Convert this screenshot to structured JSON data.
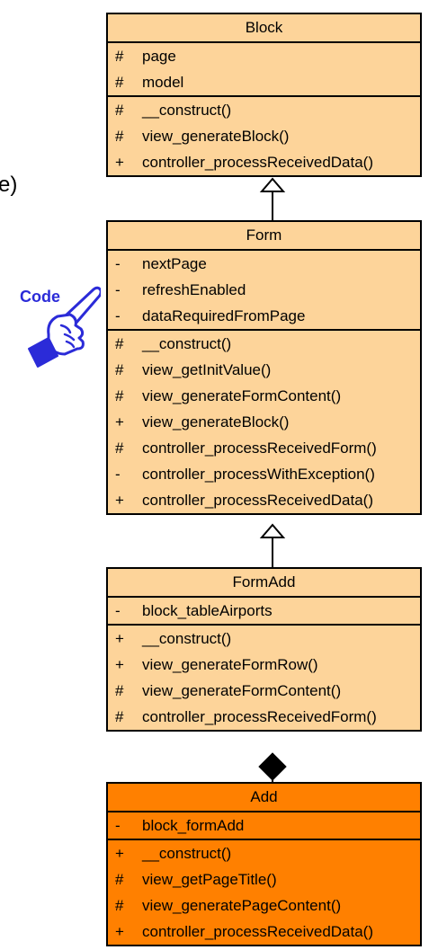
{
  "partial_text": "e)",
  "badge": {
    "label": "Code"
  },
  "colors": {
    "class_fill": "#fdd49a",
    "highlight_fill": "#ff8000",
    "badge_blue": "#2b2bd8"
  },
  "classes": [
    {
      "id": "block",
      "name": "Block",
      "attributes": [
        {
          "vis": "#",
          "name": "page"
        },
        {
          "vis": "#",
          "name": "model"
        }
      ],
      "methods": [
        {
          "vis": "#",
          "name": "__construct()"
        },
        {
          "vis": "#",
          "name": "view_generateBlock()"
        },
        {
          "vis": "+",
          "name": "controller_processReceivedData()"
        }
      ]
    },
    {
      "id": "form",
      "name": "Form",
      "attributes": [
        {
          "vis": "-",
          "name": "nextPage"
        },
        {
          "vis": "-",
          "name": "refreshEnabled"
        },
        {
          "vis": "-",
          "name": "dataRequiredFromPage"
        }
      ],
      "methods": [
        {
          "vis": "#",
          "name": "__construct()"
        },
        {
          "vis": "#",
          "name": "view_getInitValue()"
        },
        {
          "vis": "#",
          "name": "view_generateFormContent()"
        },
        {
          "vis": "+",
          "name": "view_generateBlock()"
        },
        {
          "vis": "#",
          "name": "controller_processReceivedForm()"
        },
        {
          "vis": "-",
          "name": "controller_processWithException()"
        },
        {
          "vis": "+",
          "name": "controller_processReceivedData()"
        }
      ]
    },
    {
      "id": "formadd",
      "name": "FormAdd",
      "attributes": [
        {
          "vis": "-",
          "name": "block_tableAirports"
        }
      ],
      "methods": [
        {
          "vis": "+",
          "name": "__construct()"
        },
        {
          "vis": "+",
          "name": "view_generateFormRow()"
        },
        {
          "vis": "#",
          "name": "view_generateFormContent()"
        },
        {
          "vis": "#",
          "name": "controller_processReceivedForm()"
        }
      ]
    },
    {
      "id": "add",
      "name": "Add",
      "attributes": [
        {
          "vis": "-",
          "name": "block_formAdd"
        }
      ],
      "methods": [
        {
          "vis": "+",
          "name": "__construct()"
        },
        {
          "vis": "#",
          "name": "view_getPageTitle()"
        },
        {
          "vis": "#",
          "name": "view_generatePageContent()"
        },
        {
          "vis": "+",
          "name": "controller_processReceivedData()"
        }
      ]
    }
  ],
  "relations": [
    {
      "from": "Form",
      "to": "Block",
      "type": "generalization"
    },
    {
      "from": "FormAdd",
      "to": "Form",
      "type": "generalization"
    },
    {
      "from": "Add",
      "to": "FormAdd",
      "type": "composition"
    }
  ]
}
